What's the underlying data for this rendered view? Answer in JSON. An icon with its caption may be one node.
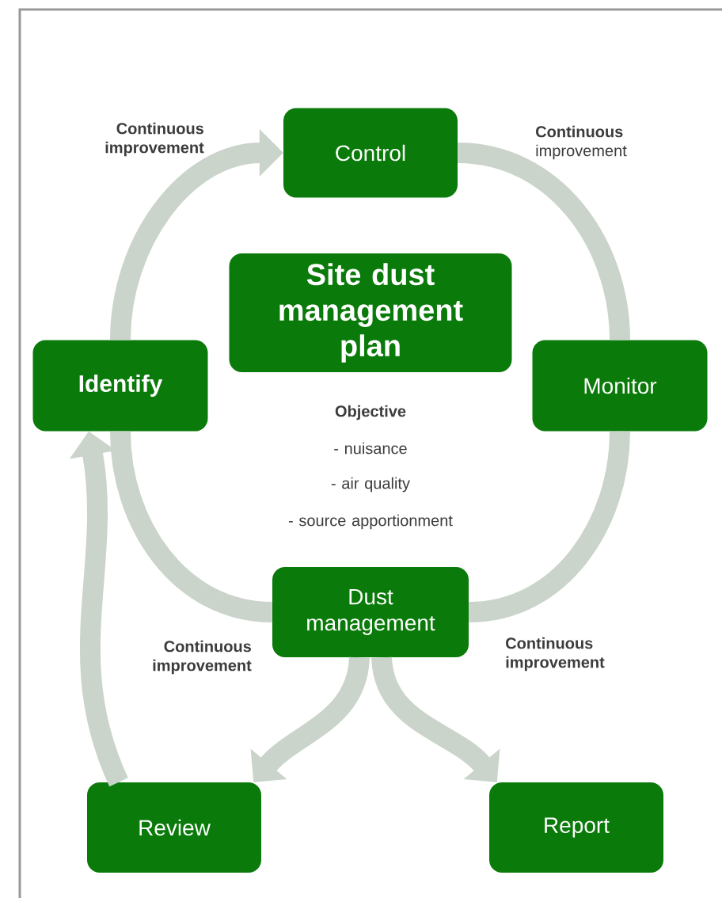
{
  "diagram": {
    "nodes": [
      {
        "text": [
          "Control"
        ]
      },
      {
        "text": [
          "Site dust management plan"
        ]
      },
      {
        "text": [
          "Identify"
        ]
      },
      {
        "text": [
          "Monitor"
        ]
      },
      {
        "text": [
          "Dust management"
        ]
      },
      {
        "text": [
          "Review"
        ]
      },
      {
        "text": [
          "Report"
        ]
      }
    ],
    "edges": [
      {
        "from": 2,
        "to": 0,
        "arrow": "to"
      },
      {
        "from": 0,
        "to": 3,
        "arrow": "none"
      },
      {
        "from": 3,
        "to": 4,
        "arrow": "none"
      },
      {
        "from": 4,
        "to": 2,
        "arrow": "none"
      },
      {
        "from": 4,
        "to": 5,
        "arrow": "to"
      },
      {
        "from": 4,
        "to": 6,
        "arrow": "to"
      },
      {
        "from": 5,
        "to": 2,
        "arrow": "to"
      }
    ],
    "labels": [
      "Continuous improvement",
      "**Continuous** improvement",
      "Objective",
      "- nuisance",
      "- air quality",
      "- source apportionment",
      "Continuous improvement",
      "Continuous improvement"
    ]
  }
}
